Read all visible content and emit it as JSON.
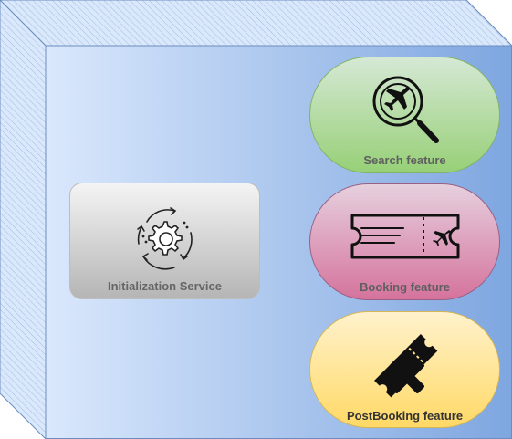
{
  "diagram": {
    "container": {
      "shape": "3d-box",
      "fill_gradient": [
        "#dae8fc",
        "#7ea6e0"
      ],
      "side_fill": "#dae8fc",
      "stroke": "#6c8ebf"
    },
    "nodes": [
      {
        "id": "initialization-service",
        "label": "Initialization Service",
        "icon": "gear-cycle-icon",
        "fill_gradient": [
          "#f5f5f5",
          "#b3b3b3"
        ],
        "label_color": "#666666"
      },
      {
        "id": "search-feature",
        "label": "Search feature",
        "icon": "magnifier-airplane-icon",
        "fill_gradient": [
          "#d5e8d4",
          "#97d077"
        ],
        "label_color": "#5f5f5f"
      },
      {
        "id": "booking-feature",
        "label": "Booking feature",
        "icon": "flight-ticket-icon",
        "fill_gradient": [
          "#e6d0de",
          "#d5739d"
        ],
        "label_color": "#5f5f5f"
      },
      {
        "id": "postbooking-feature",
        "label": "PostBooking feature",
        "icon": "cancel-ticket-icon",
        "fill_gradient": [
          "#fff2cc",
          "#ffd966"
        ],
        "label_color": "#333333"
      }
    ]
  }
}
